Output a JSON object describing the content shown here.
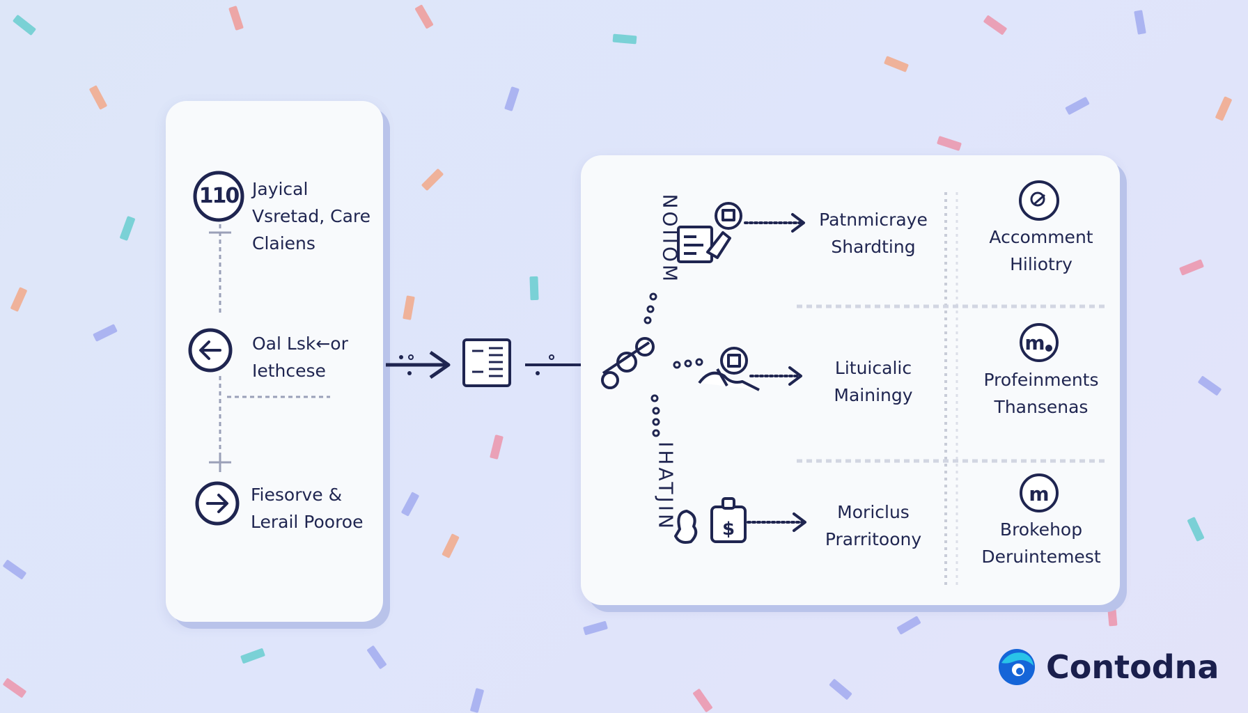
{
  "left_panel": {
    "steps": [
      {
        "badge": "110",
        "lines": [
          "Jaуical",
          "Vsretad, Care",
          "Claiens"
        ]
      },
      {
        "badge": "",
        "lines": [
          "Oal Lsk←or",
          "Iethcese"
        ]
      },
      {
        "badge": "",
        "lines": [
          "Fiesorve &",
          "Lerail Pooroe"
        ]
      }
    ]
  },
  "right_panel": {
    "vertical_top": "NOIIOM",
    "vertical_bottom": "IHATJIN",
    "rows": [
      {
        "process": [
          "Patnmicraye",
          "Shardting"
        ],
        "result": [
          "Accomment",
          "Hiliotry"
        ]
      },
      {
        "process": [
          "Lituicalic",
          "Mainingy"
        ],
        "result": [
          "Profeinments",
          "Thansenas"
        ]
      },
      {
        "process": [
          "Moriclus",
          "Prarritoony"
        ],
        "result": [
          "Brokehop",
          "Deruintemest"
        ]
      }
    ]
  },
  "brand": {
    "name": "Contodna"
  },
  "colors": {
    "ink": "#1f2550",
    "panel": "#f8fafc",
    "shadow": "#b9c3ea",
    "logo_cyan": "#29c3e8",
    "logo_blue": "#1565d8"
  }
}
